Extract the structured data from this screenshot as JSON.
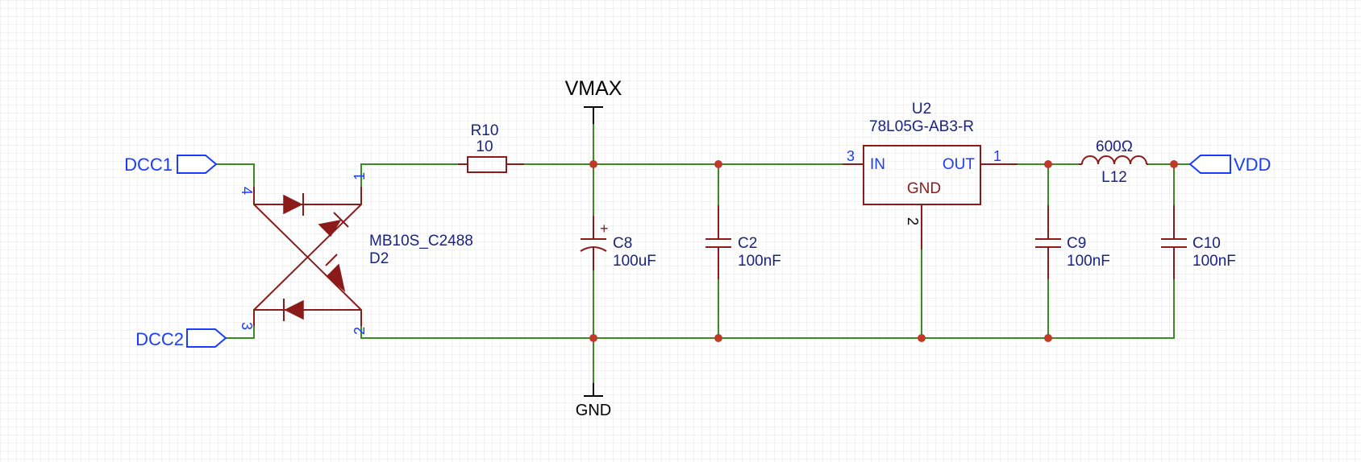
{
  "nets": {
    "dcc1": "DCC1",
    "dcc2": "DCC2",
    "vdd": "VDD",
    "vmax": "VMAX",
    "gnd": "GND"
  },
  "bridge": {
    "ref": "D2",
    "value": "MB10S_C2488",
    "pins": {
      "p1": "1",
      "p2": "2",
      "p3": "3",
      "p4": "4"
    }
  },
  "resistor": {
    "ref": "R10",
    "value": "10"
  },
  "c8": {
    "ref": "C8",
    "value": "100uF",
    "polarity": "+"
  },
  "c2": {
    "ref": "C2",
    "value": "100nF"
  },
  "regulator": {
    "ref": "U2",
    "value": "78L05G-AB3-R",
    "pin_in_label": "IN",
    "pin_out_label": "OUT",
    "pin_gnd_label": "GND",
    "pin_in_num": "3",
    "pin_out_num": "1",
    "pin_gnd_num": "2"
  },
  "c9": {
    "ref": "C9",
    "value": "100nF"
  },
  "inductor": {
    "ref": "L12",
    "value": "600Ω"
  },
  "c10": {
    "ref": "C10",
    "value": "100nF"
  },
  "colors": {
    "wire": "#3c8a22",
    "component": "#8b1a1a",
    "net_label": "#1a3cff",
    "designator": "#1a237e",
    "junction": "#c0392b",
    "grid": "#e4e4e4"
  }
}
